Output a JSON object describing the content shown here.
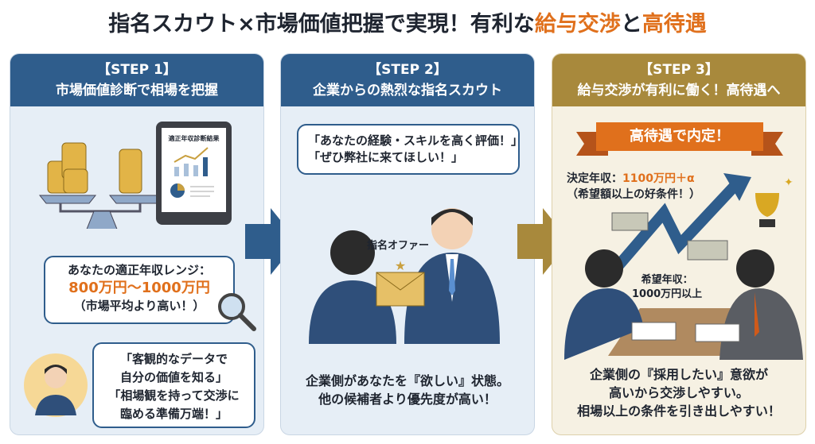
{
  "title": {
    "part1": "指名スカウト×市場価値把握で実現！有利な",
    "part2": "給与交渉",
    "part3": "と",
    "part4": "高待遇"
  },
  "steps": [
    {
      "label": "【STEP 1】",
      "heading": "市場価値診断で相場を把握",
      "tablet_title": "適正年収診断結果",
      "range_label": "あなたの適正年収レンジ：",
      "range_value": "800万円〜1000万円",
      "range_note": "（市場平均より高い！）",
      "quote_lines": [
        "「客観的なデータで",
        "自分の価値を知る」",
        "「相場観を持って交渉に",
        "臨める準備万端！」"
      ]
    },
    {
      "label": "【STEP 2】",
      "heading": "企業からの熱烈な指名スカウト",
      "quote_lines": [
        "「あなたの経験・スキルを高く評価！」",
        "「ぜひ弊社に来てほしい！」"
      ],
      "offer_label": "指名オファー",
      "caption_lines": [
        "企業側があなたを『欲しい』状態。",
        "他の候補者より優先度が高い！"
      ]
    },
    {
      "label": "【STEP 3】",
      "heading": "給与交渉が有利に働く！高待遇へ",
      "banner": "高待遇で内定！",
      "final_label": "決定年収：",
      "final_value": "1100万円＋α",
      "final_note": "（希望額以上の好条件！）",
      "desired_lines": [
        "希望年収：",
        "1000万円以上"
      ],
      "caption_lines": [
        "企業側の『採用したい』意欲が",
        "高いから交渉しやすい。",
        "相場以上の条件を引き出しやすい！"
      ]
    }
  ],
  "colors": {
    "blue": "#2f5d8c",
    "gold": "#a8893c",
    "orange": "#e0701c"
  }
}
